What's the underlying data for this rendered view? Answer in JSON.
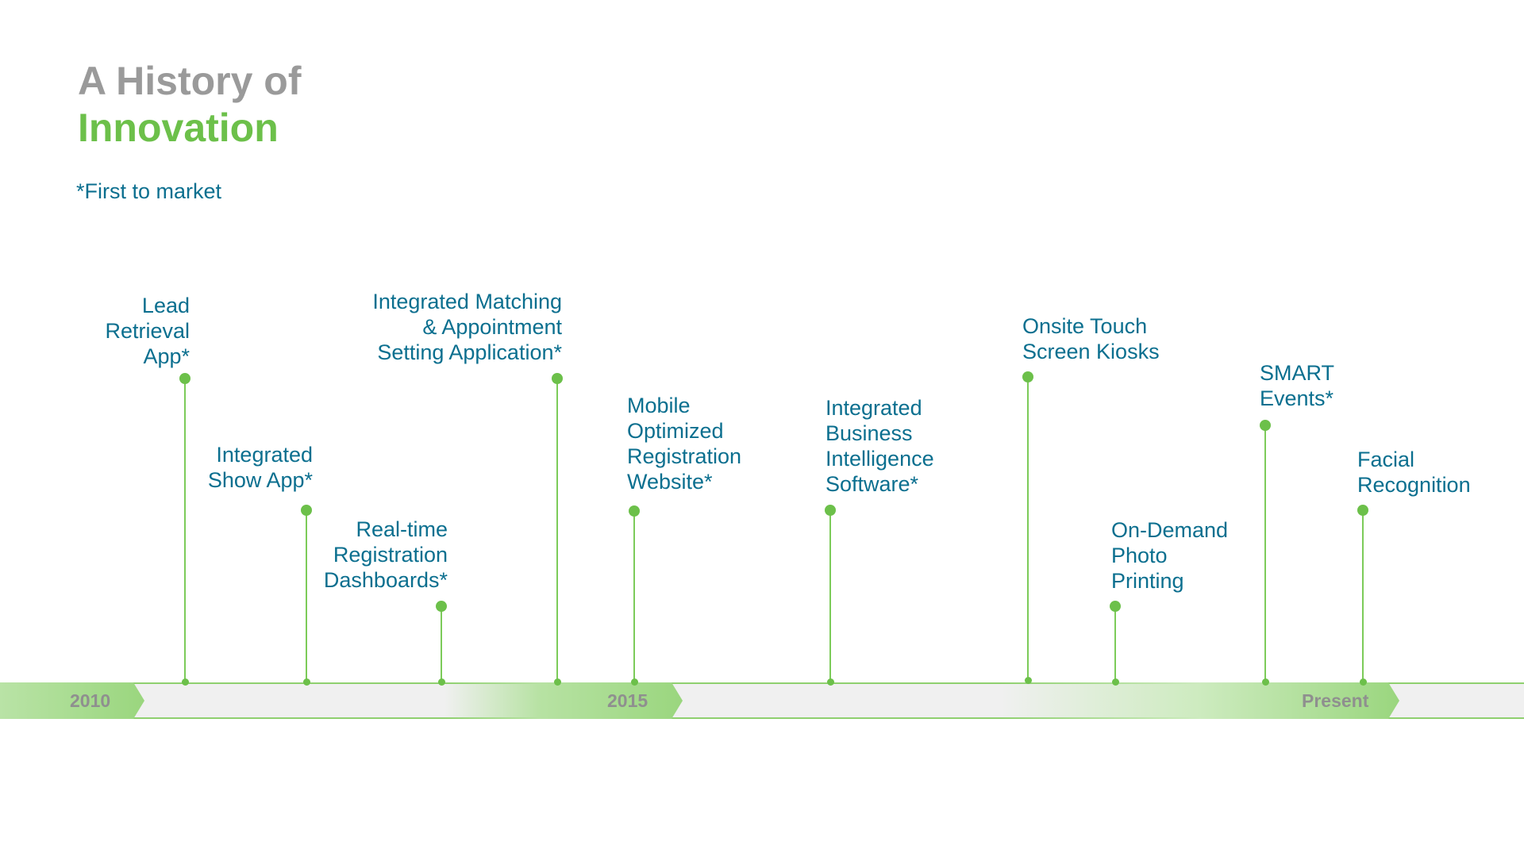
{
  "header": {
    "title_line1": "A History of",
    "title_line2": "Innovation",
    "note": "*First to market"
  },
  "colors": {
    "accent_green": "#6cc04a",
    "text_blue": "#0b6f8f",
    "title_gray": "#9a9a9a"
  },
  "timeline": {
    "markers": [
      "2010",
      "2015",
      "Present"
    ]
  },
  "events": [
    {
      "lines": [
        "Lead",
        "Retrieval",
        "App*"
      ]
    },
    {
      "lines": [
        "Integrated",
        "Show App*"
      ]
    },
    {
      "lines": [
        "Real-time",
        "Registration",
        "Dashboards*"
      ]
    },
    {
      "lines": [
        "Integrated Matching",
        "& Appointment",
        "Setting Application*"
      ]
    },
    {
      "lines": [
        "Mobile",
        "Optimized",
        "Registration",
        "Website*"
      ]
    },
    {
      "lines": [
        "Integrated",
        "Business",
        "Intelligence",
        "Software*"
      ]
    },
    {
      "lines": [
        "Onsite Touch",
        "Screen Kiosks"
      ]
    },
    {
      "lines": [
        "On-Demand",
        "Photo",
        "Printing"
      ]
    },
    {
      "lines": [
        "SMART",
        "Events*"
      ]
    },
    {
      "lines": [
        "Facial",
        "Recognition"
      ]
    }
  ]
}
